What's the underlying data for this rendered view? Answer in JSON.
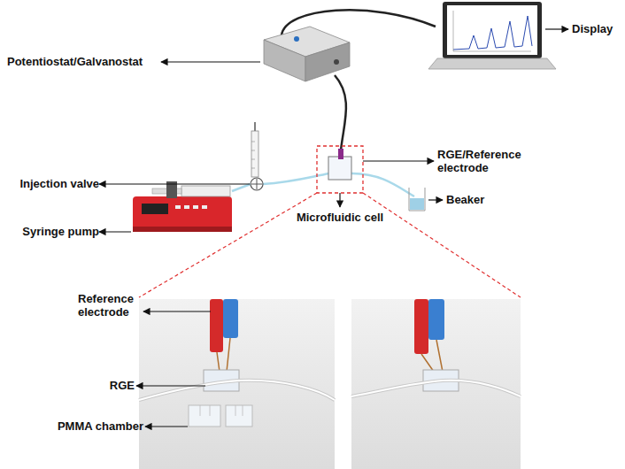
{
  "diagram": {
    "labels": [
      "Display",
      "Potentiostat/Galvanostat",
      "RGE/Reference electrode",
      "Injection valve",
      "Beaker",
      "Syringe pump",
      "Microfluidic cell",
      "Reference electrode",
      "RGE",
      "PMMA chamber"
    ]
  }
}
